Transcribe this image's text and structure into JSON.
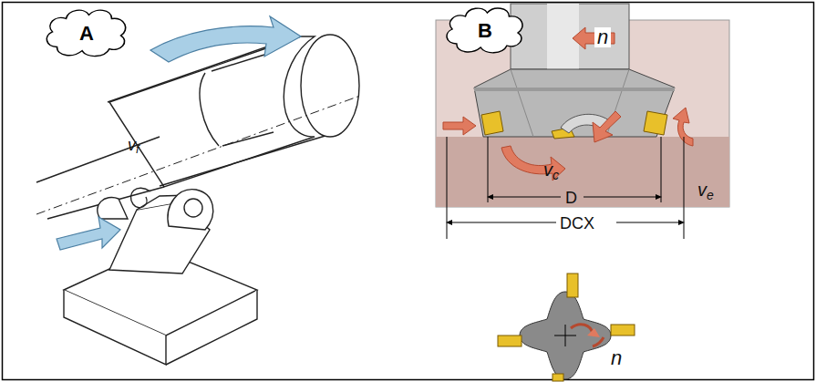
{
  "diagram": {
    "nodes": [
      {
        "text": [
          "A"
        ]
      },
      {
        "text": [
          "B"
        ]
      }
    ],
    "labels": [
      "vf",
      "n",
      "ve",
      "vc",
      "D",
      "DCX",
      "n"
    ]
  }
}
